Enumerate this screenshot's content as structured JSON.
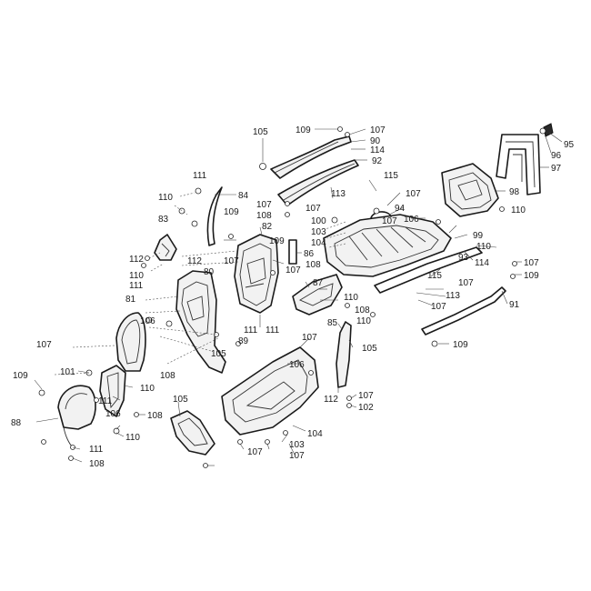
{
  "diagram": {
    "callouts": [
      "109",
      "107",
      "90",
      "114",
      "92",
      "105",
      "95",
      "96",
      "97",
      "111",
      "84",
      "110",
      "115",
      "107",
      "98",
      "107",
      "108",
      "109",
      "113",
      "107",
      "100",
      "103",
      "104",
      "94",
      "106",
      "107",
      "99",
      "110",
      "110",
      "83",
      "82",
      "86",
      "109",
      "114",
      "93",
      "112",
      "112",
      "107",
      "108",
      "80",
      "107",
      "109",
      "110",
      "111",
      "115",
      "107",
      "91",
      "113",
      "107",
      "81",
      "87",
      "110",
      "107",
      "108",
      "110",
      "111",
      "111",
      "85",
      "105",
      "109",
      "107",
      "106",
      "107",
      "89",
      "105",
      "106",
      "109",
      "101",
      "108",
      "110",
      "111",
      "112",
      "107",
      "102",
      "106",
      "88",
      "108",
      "105",
      "104",
      "110",
      "111",
      "103",
      "107",
      "108",
      "107"
    ]
  }
}
